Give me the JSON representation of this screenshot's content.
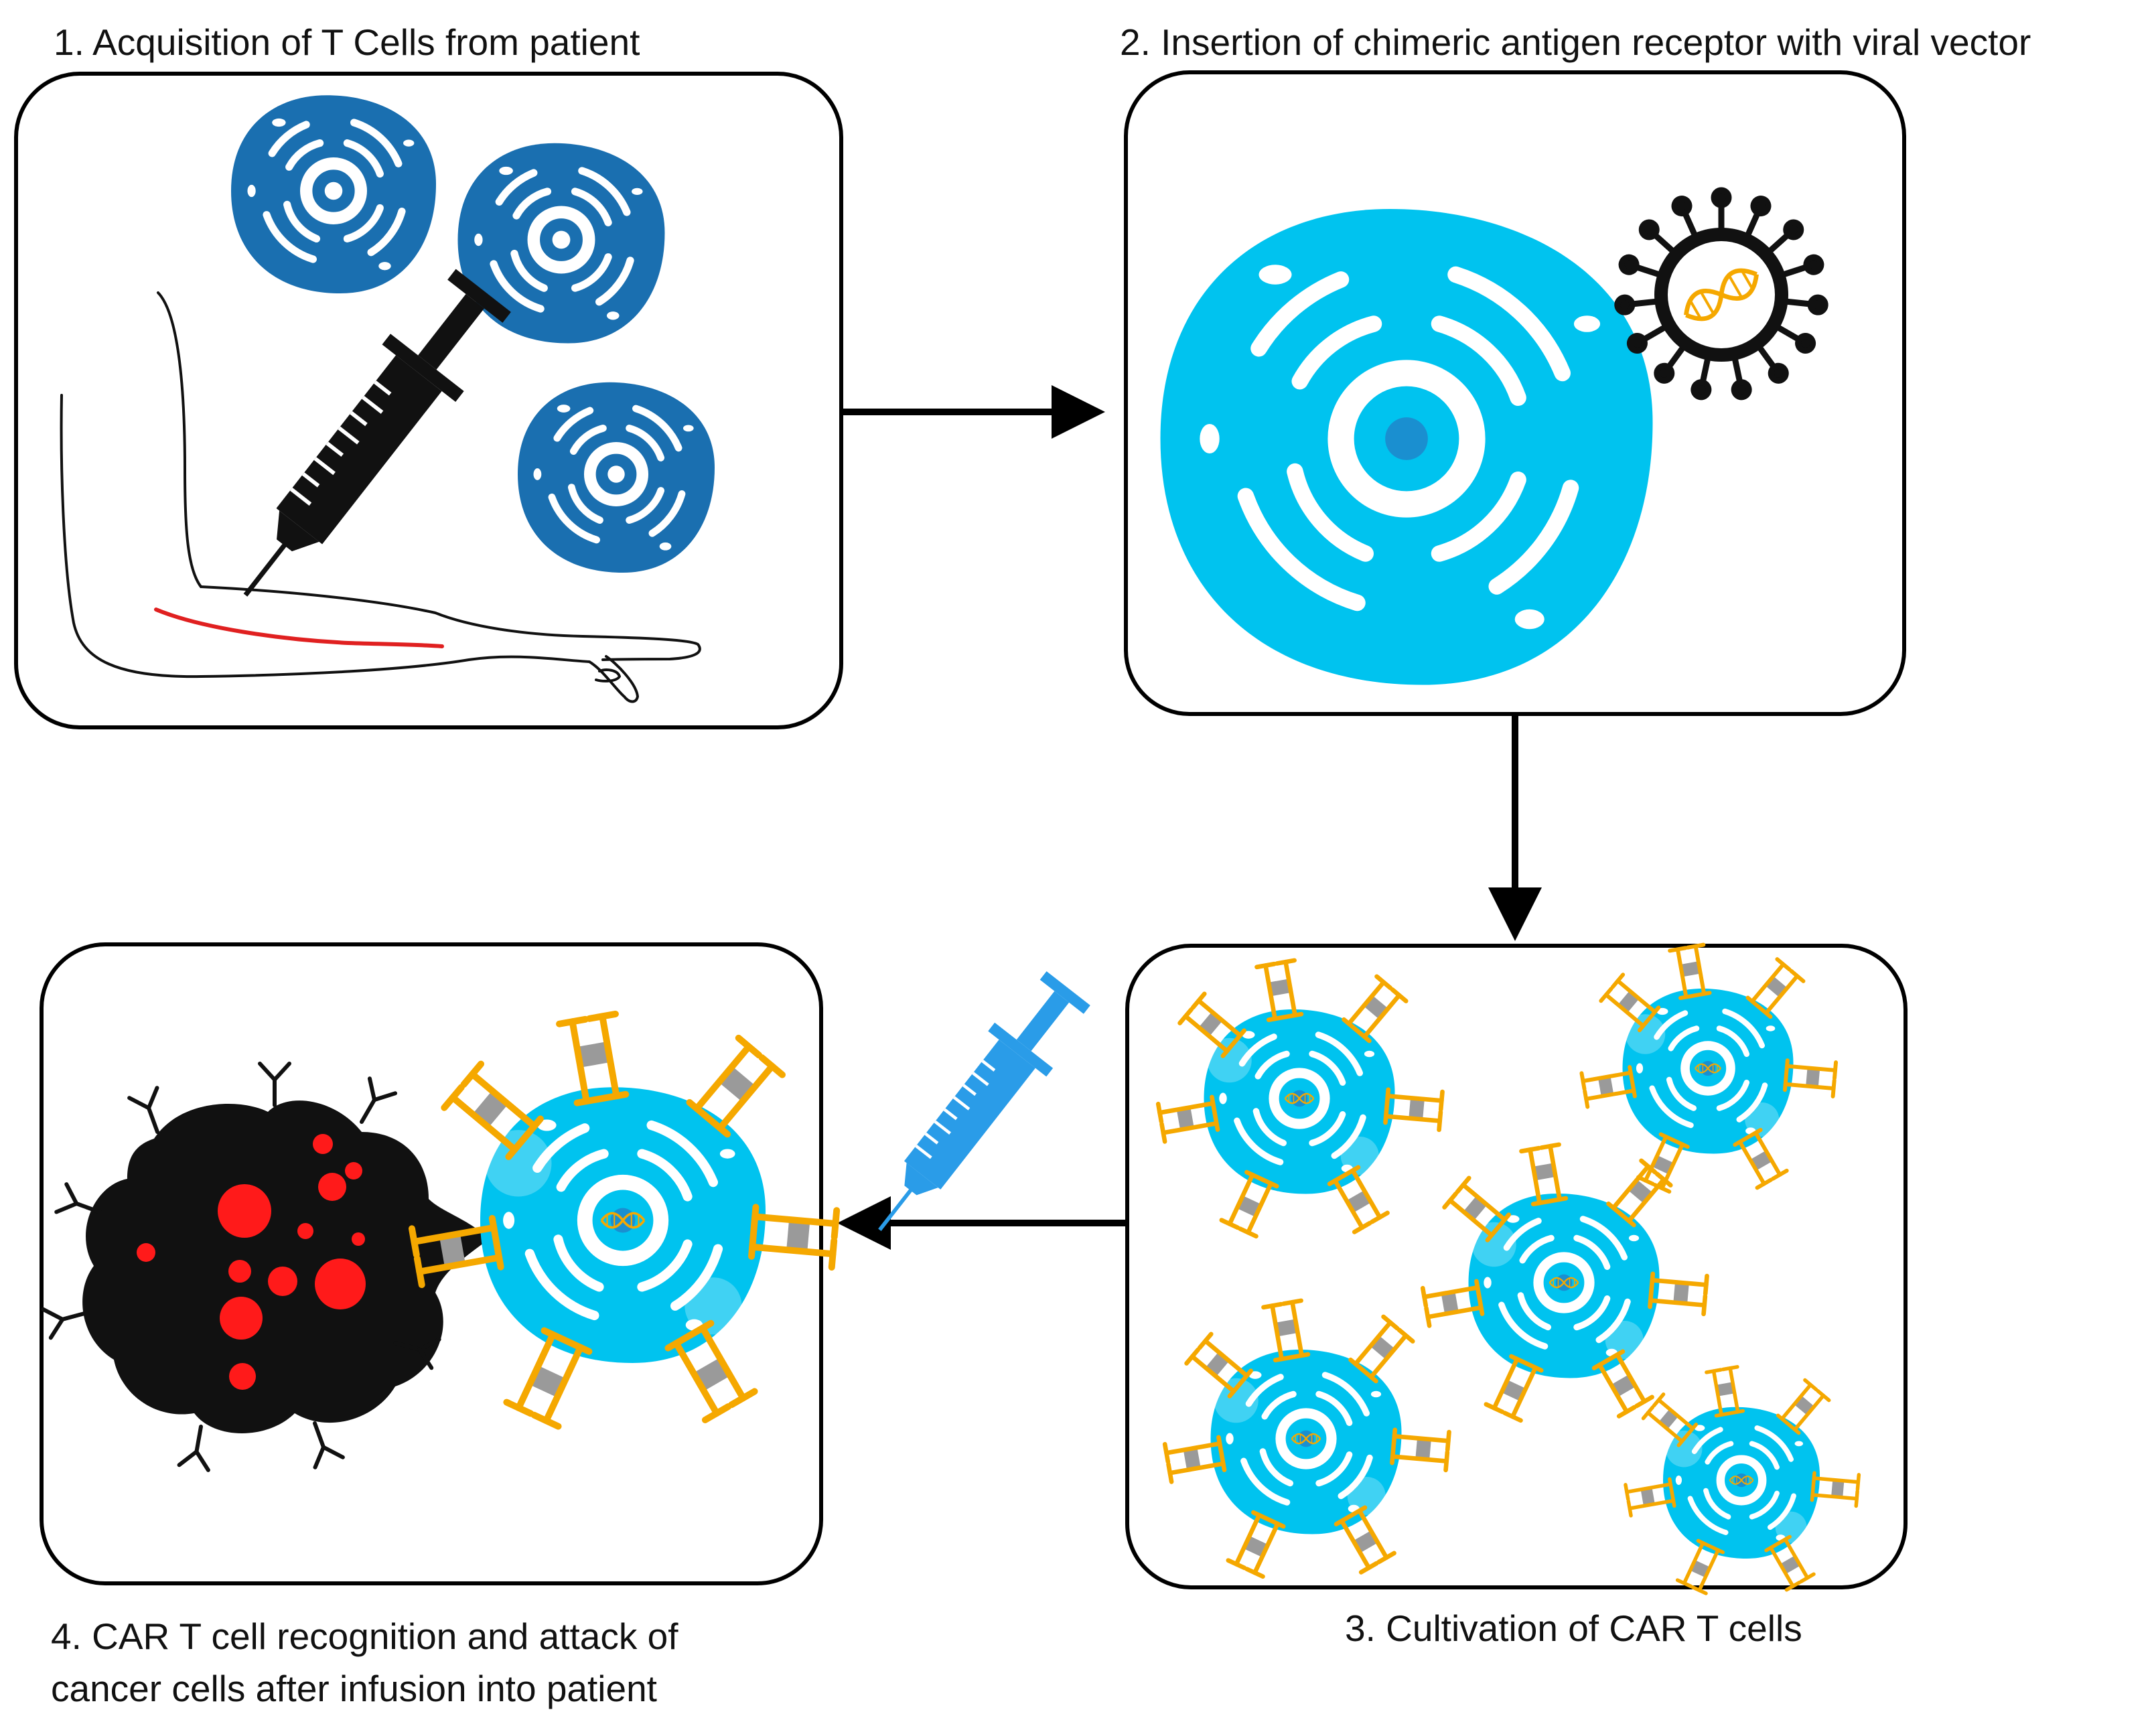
{
  "diagram": {
    "steps": [
      {
        "id": "step-1",
        "label": "1. Acquisition of T Cells from patient"
      },
      {
        "id": "step-2",
        "label": "2. Insertion of chimeric antigen receptor with viral vector"
      },
      {
        "id": "step-3",
        "label": "3. Cultivation of CAR T cells"
      },
      {
        "id": "step-4",
        "label_line1": "4. CAR T cell recognition and attack of",
        "label_line2": "cancer cells after infusion into patient"
      }
    ],
    "colors": {
      "t_cell_dark": "#1a6fb0",
      "t_cell_light": "#00c3ef",
      "car_receptor": "#f5a800",
      "receptor_band": "#9a9a9a",
      "virus": "#111111",
      "dna": "#f5a800",
      "cancer_cell": "#111111",
      "cancer_spots": "#ff1a1a",
      "vein": "#e02020",
      "infusion_syringe": "#2a9ce8",
      "arrow": "#000000"
    },
    "icons": [
      "t-cell-icon",
      "arm-icon",
      "syringe-icon",
      "virus-icon",
      "dna-icon",
      "car-t-cell-icon",
      "cancer-cell-icon"
    ]
  }
}
